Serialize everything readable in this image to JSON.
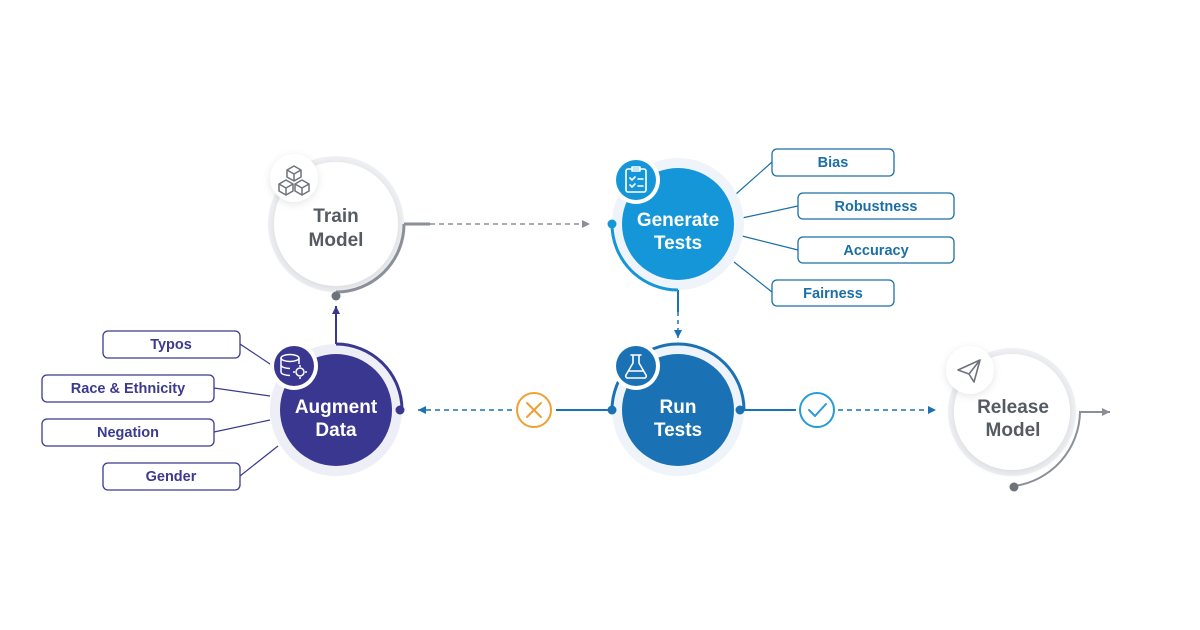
{
  "nodes": {
    "train_model": {
      "line1": "Train",
      "line2": "Model",
      "icon": "cubes-icon"
    },
    "generate_tests": {
      "line1": "Generate",
      "line2": "Tests",
      "icon": "checklist-icon"
    },
    "run_tests": {
      "line1": "Run",
      "line2": "Tests",
      "icon": "flask-icon"
    },
    "augment_data": {
      "line1": "Augment",
      "line2": "Data",
      "icon": "database-gear-icon"
    },
    "release_model": {
      "line1": "Release",
      "line2": "Model",
      "icon": "paper-plane-icon"
    }
  },
  "test_tags": [
    "Bias",
    "Robustness",
    "Accuracy",
    "Fairness"
  ],
  "augment_tags": [
    "Typos",
    "Race & Ethnicity",
    "Negation",
    "Gender"
  ],
  "status_icons": {
    "fail": "x-circle-icon",
    "pass": "check-circle-icon"
  },
  "colors": {
    "generate": "#1596d8",
    "run": "#1a72b5",
    "augment": "#3a3790",
    "grey": "#8a8f98",
    "fail": "#f0a030",
    "pass": "#2a9ad8",
    "tag_blue_text": "#1c6fa6",
    "tag_purple_text": "#3b3a8f"
  }
}
